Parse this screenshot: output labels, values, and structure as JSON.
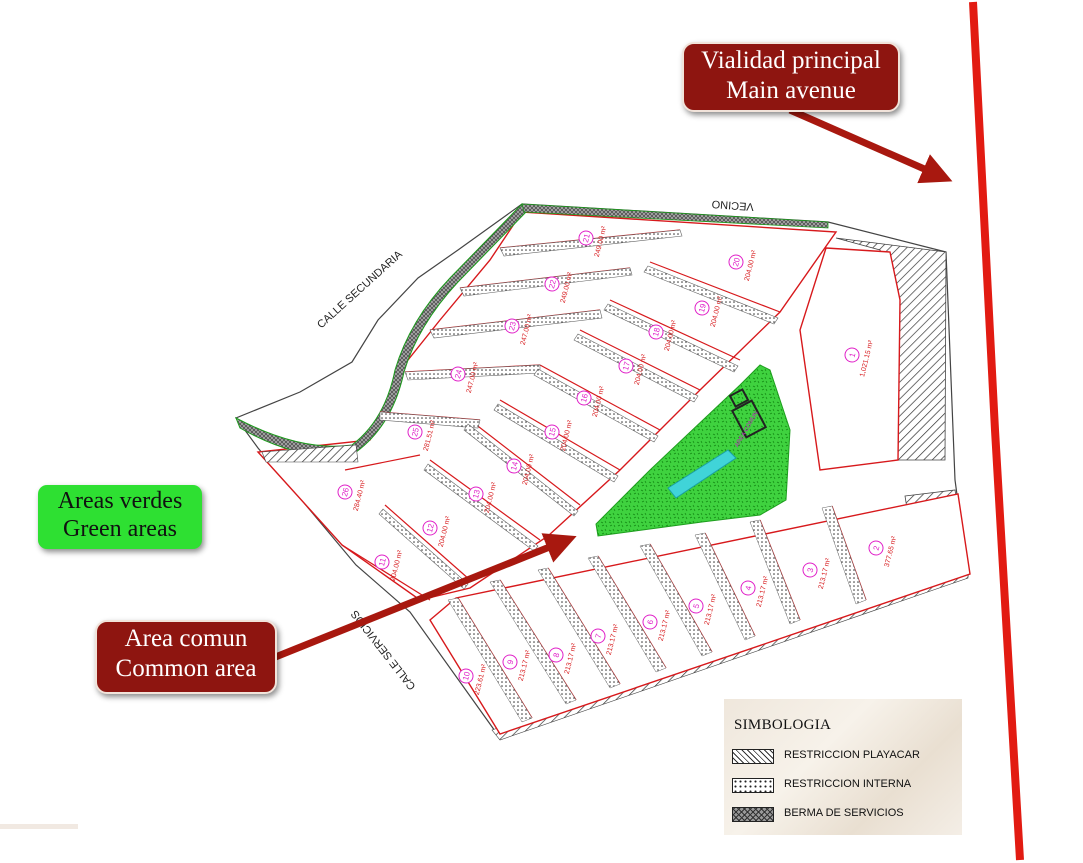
{
  "callouts": {
    "main_road": {
      "line1": "Vialidad principal",
      "line2": "Main avenue"
    },
    "green_areas": {
      "line1": "Areas verdes",
      "line2": "Green areas"
    },
    "common_area": {
      "line1": "Area comun",
      "line2": "Common area"
    }
  },
  "streets": {
    "secondary": "CALLE SECUNDARIA",
    "neighbor": "VECINO",
    "service": "CALLE SERVICIOS"
  },
  "park_label": "AREA COMUN",
  "lots": [
    {
      "n": "1",
      "area": "1,021.15 m²"
    },
    {
      "n": "2",
      "area": "377.65 m²"
    },
    {
      "n": "3",
      "area": "213.17 m²"
    },
    {
      "n": "4",
      "area": "213.17 m²"
    },
    {
      "n": "5",
      "area": "213.17 m²"
    },
    {
      "n": "6",
      "area": "213.17 m²"
    },
    {
      "n": "7",
      "area": "213.17 m²"
    },
    {
      "n": "8",
      "area": "213.17 m²"
    },
    {
      "n": "9",
      "area": "213.17 m²"
    },
    {
      "n": "10",
      "area": "223.61 m²"
    },
    {
      "n": "11",
      "area": "204.00 m²"
    },
    {
      "n": "12",
      "area": "204.00 m²"
    },
    {
      "n": "13",
      "area": "204.00 m²"
    },
    {
      "n": "14",
      "area": "204.00 m²"
    },
    {
      "n": "15",
      "area": "204.00 m²"
    },
    {
      "n": "16",
      "area": "204.00 m²"
    },
    {
      "n": "17",
      "area": "204.00 m²"
    },
    {
      "n": "18",
      "area": "204.00 m²"
    },
    {
      "n": "19",
      "area": "204.00 m²"
    },
    {
      "n": "20",
      "area": "204.00 m²"
    },
    {
      "n": "21",
      "area": "249.00 m²"
    },
    {
      "n": "22",
      "area": "249.00 m²"
    },
    {
      "n": "23",
      "area": "247.00 m²"
    },
    {
      "n": "24",
      "area": "247.00 m²"
    },
    {
      "n": "25",
      "area": "281.51 m²"
    },
    {
      "n": "26",
      "area": "284.40 m²"
    }
  ],
  "legend": {
    "title": "SIMBOLOGIA",
    "items": [
      {
        "label": "RESTRICCION PLAYACAR",
        "pattern": "diagonal-hatch"
      },
      {
        "label": "RESTRICCION INTERNA",
        "pattern": "dotted"
      },
      {
        "label": "BERMA DE SERVICIOS",
        "pattern": "cross-hatch"
      }
    ]
  },
  "colors": {
    "main_road": "#e21b12",
    "callout_red": "#8e1510",
    "callout_green": "#2ee032",
    "lot_outline": "#d7191c",
    "lot_label": "#e020c8",
    "park_green": "#33cc33",
    "pool": "#40d4d8"
  }
}
